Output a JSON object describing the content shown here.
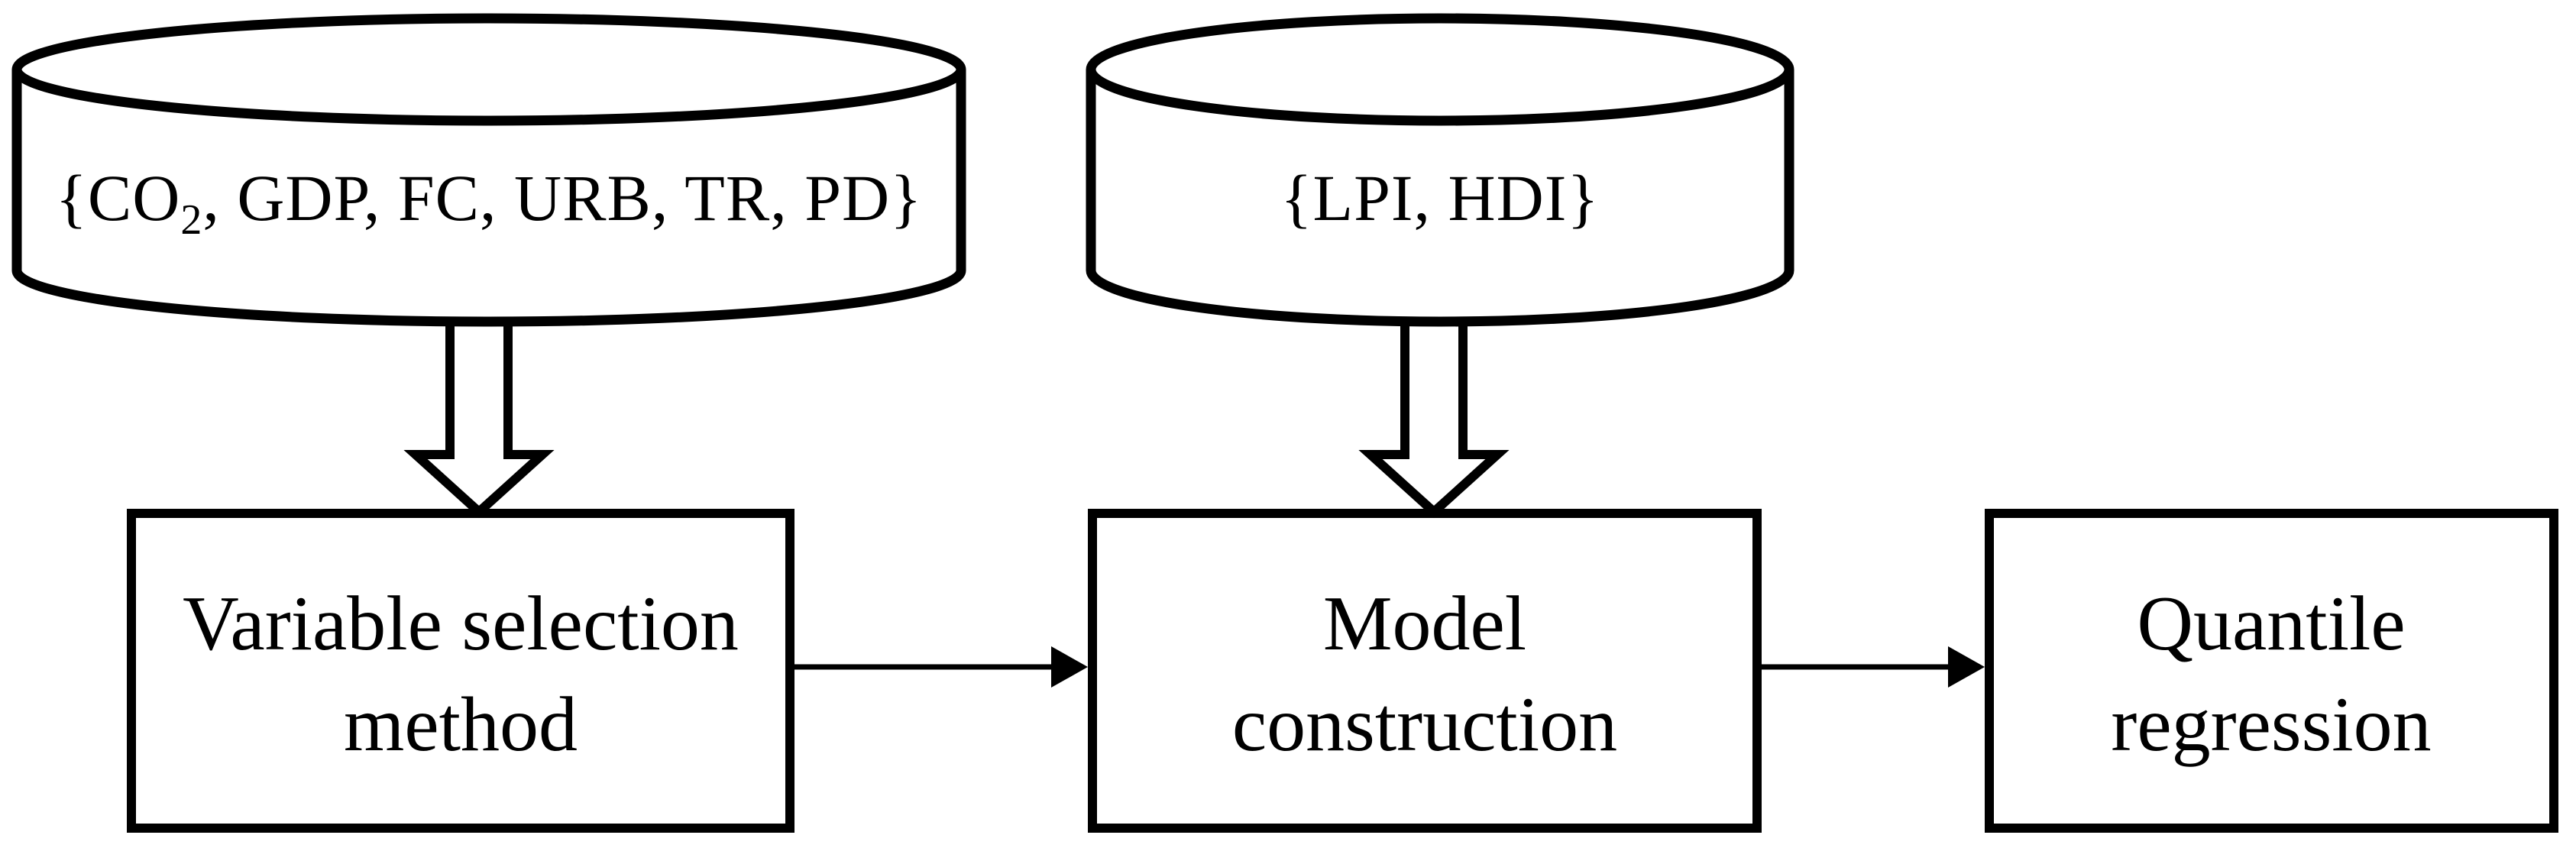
{
  "figure": {
    "type": "flow-diagram",
    "background": "#ffffff",
    "ink": "#000000"
  },
  "datastores": {
    "left": {
      "label_pre": "{CO",
      "label_sub": "2",
      "label_post": ", GDP, FC, URB, TR, PD}"
    },
    "right": {
      "label": "{LPI, HDI}"
    }
  },
  "process_boxes": {
    "variable_selection": {
      "line1": "Variable selection",
      "line2": "method"
    },
    "model_construction": {
      "line1": "Model",
      "line2": "construction"
    },
    "quantile_regression": {
      "line1": "Quantile",
      "line2": "regression"
    }
  }
}
